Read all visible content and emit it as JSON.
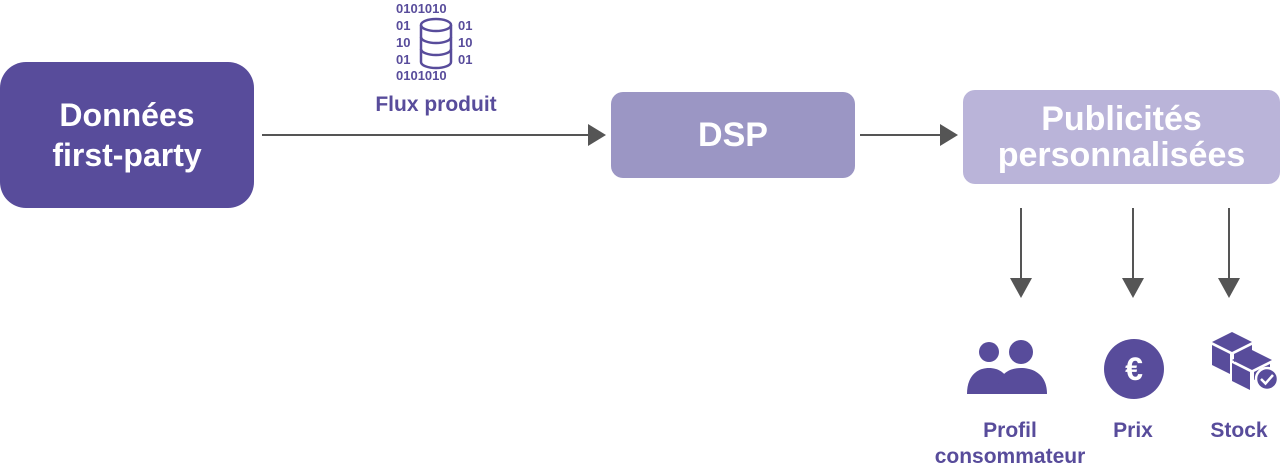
{
  "diagram": {
    "source": {
      "line1": "Données",
      "line2": "first-party"
    },
    "flux_label": "Flux produit",
    "dsp": "DSP",
    "ads": {
      "line1": "Publicités",
      "line2": "personnalisées"
    },
    "outputs": [
      {
        "label_line1": "Profil",
        "label_line2": "consommateur",
        "icon": "users-icon"
      },
      {
        "label_line1": "Prix",
        "label_line2": "",
        "icon": "euro-icon"
      },
      {
        "label_line1": "Stock",
        "label_line2": "",
        "icon": "boxes-check-icon"
      }
    ]
  },
  "colors": {
    "primary": "#584c9b",
    "dsp": "#9b96c4",
    "ads": "#bab4d9",
    "arrow": "#555555"
  }
}
